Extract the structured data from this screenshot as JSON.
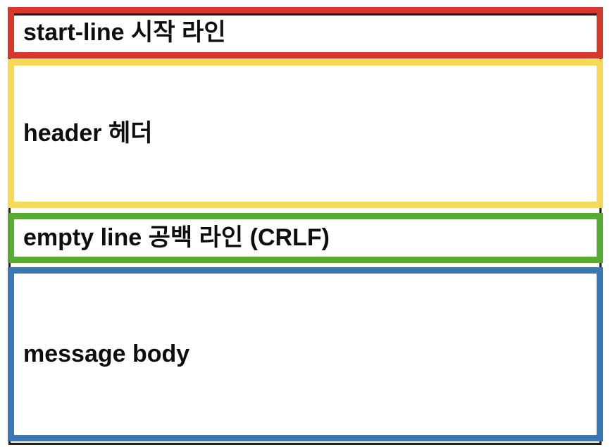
{
  "diagram": {
    "frame_color": "#241f1c",
    "text_color": "#0e0e0e",
    "background": "#ffffff"
  },
  "boxes": [
    {
      "id": "start-line",
      "label": "start-line 시작 라인",
      "border_color": "#d53a28"
    },
    {
      "id": "header",
      "label": "header 헤더",
      "border_color": "#f8d858"
    },
    {
      "id": "empty-line",
      "label": "empty line 공백 라인 (CRLF)",
      "border_color": "#57ab35"
    },
    {
      "id": "message-body",
      "label": "message body",
      "border_color": "#3a77b6"
    }
  ]
}
